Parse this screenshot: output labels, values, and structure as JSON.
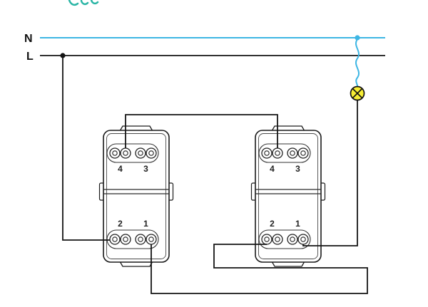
{
  "diagram": {
    "labels": {
      "neutral": "N",
      "live": "L"
    },
    "colors": {
      "neutral_line": "#3eb6e4",
      "live_line": "#141414",
      "lamp_fill": "#f7ee35",
      "watermark": "#2ab5a5"
    },
    "switches": [
      {
        "name": "switch-1",
        "top_terminals": [
          "4",
          "3"
        ],
        "bottom_terminals": [
          "2",
          "1"
        ]
      },
      {
        "name": "switch-2",
        "top_terminals": [
          "4",
          "3"
        ],
        "bottom_terminals": [
          "2",
          "1"
        ]
      }
    ],
    "lamp": {
      "symbol": "lamp-cross-circle"
    }
  }
}
